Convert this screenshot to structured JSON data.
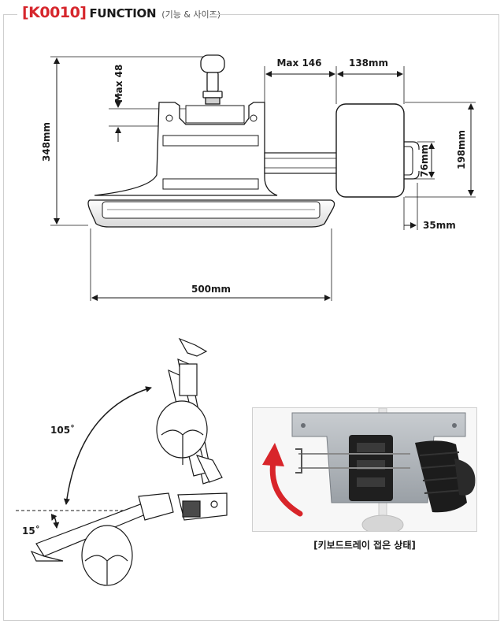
{
  "header": {
    "code": "[K0010]",
    "function_label": "FUNCTION",
    "subtitle": "(기능 & 사이즈)"
  },
  "dimensions": {
    "height_total": "348mm",
    "max_48": "Max 48",
    "max_146": "Max 146",
    "width_138": "138mm",
    "height_198": "198mm",
    "height_76": "76mm",
    "width_35": "35mm",
    "width_500": "500mm"
  },
  "angles": {
    "tilt_up": "105˚",
    "tilt_down": "15˚"
  },
  "photo": {
    "caption": "[키보드트레이 접은 상태]"
  },
  "colors": {
    "accent": "#d6262c",
    "arrow": "#d8252a",
    "line": "#1a1a1a"
  }
}
